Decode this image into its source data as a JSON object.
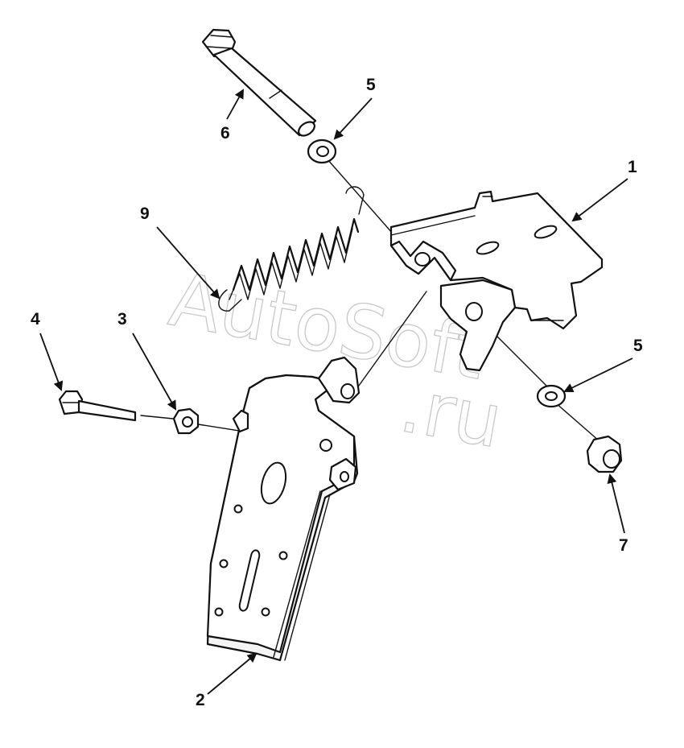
{
  "callouts": {
    "c1": "1",
    "c2": "2",
    "c3": "3",
    "c4": "4",
    "c5a": "5",
    "c5b": "5",
    "c6": "6",
    "c7": "7",
    "c9": "9"
  },
  "watermark": {
    "text1": "AutoSoft",
    "text2": ".ru"
  },
  "colors": {
    "line": "#111111",
    "watermark": "#c8c8c8",
    "background": "#ffffff"
  }
}
